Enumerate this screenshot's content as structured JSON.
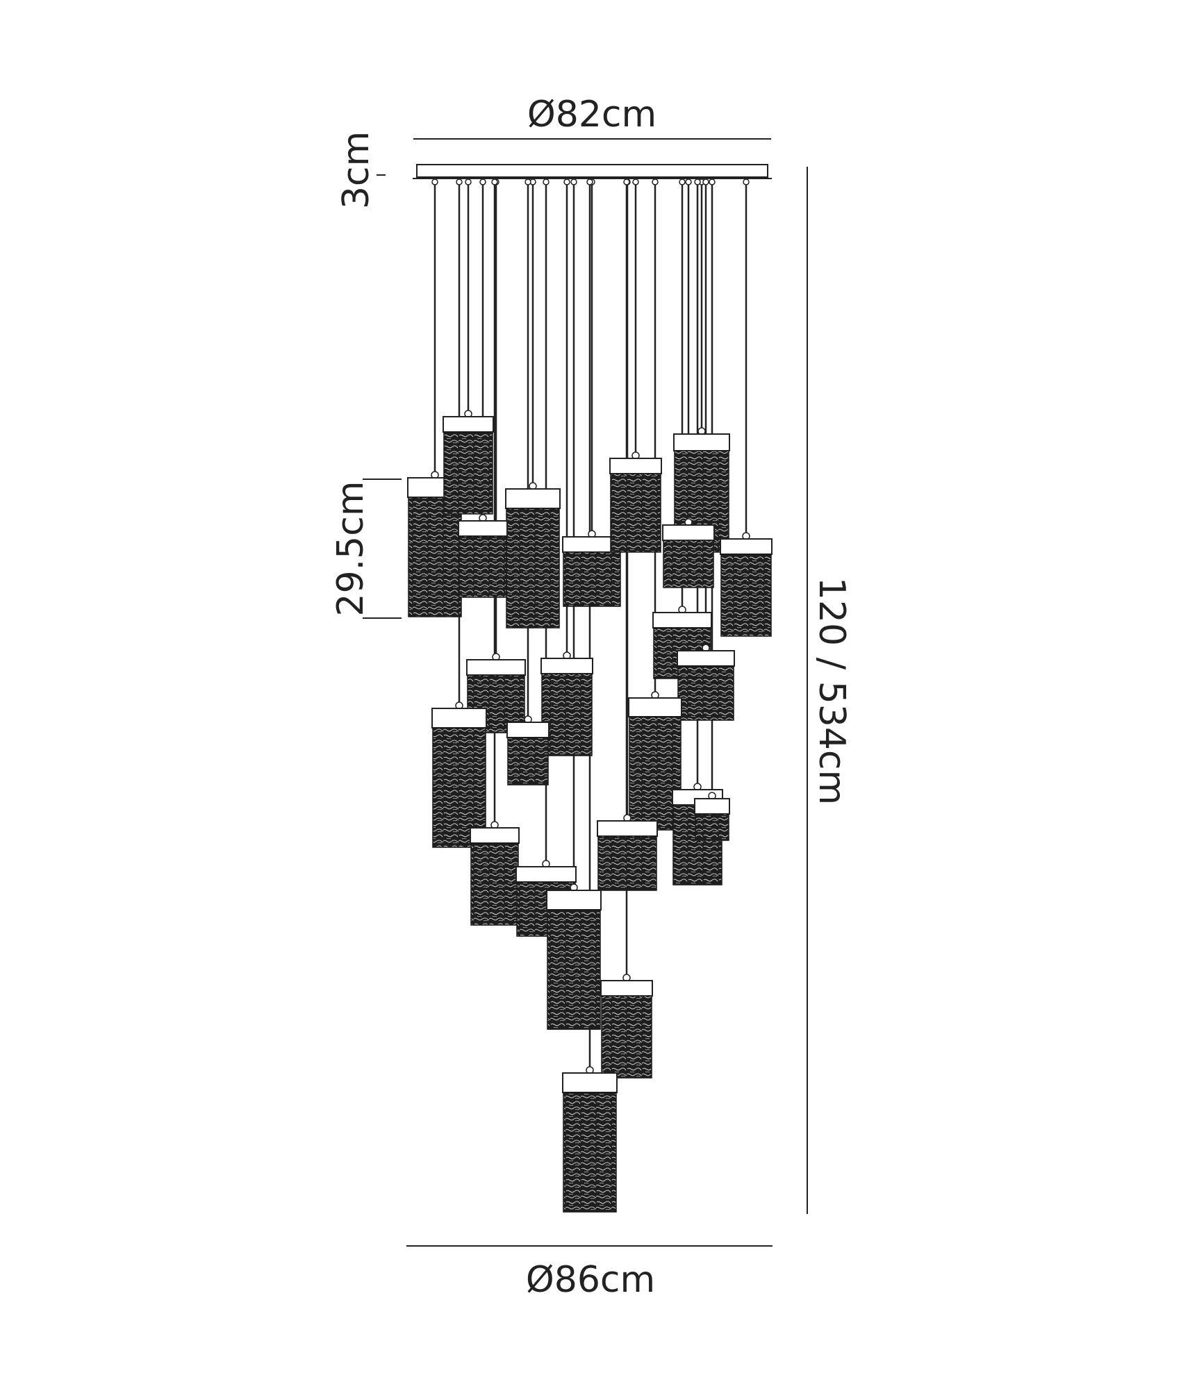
{
  "dimensions": {
    "canopy_diameter": "Ø82cm",
    "canopy_height": "3cm",
    "shade_height": "29.5cm",
    "overall_height": "120 / 534cm",
    "spread_diameter": "Ø86cm"
  },
  "drawing": {
    "line_color": "#222222",
    "shade_color": "#1a1a1a",
    "pendant_count": 24
  }
}
